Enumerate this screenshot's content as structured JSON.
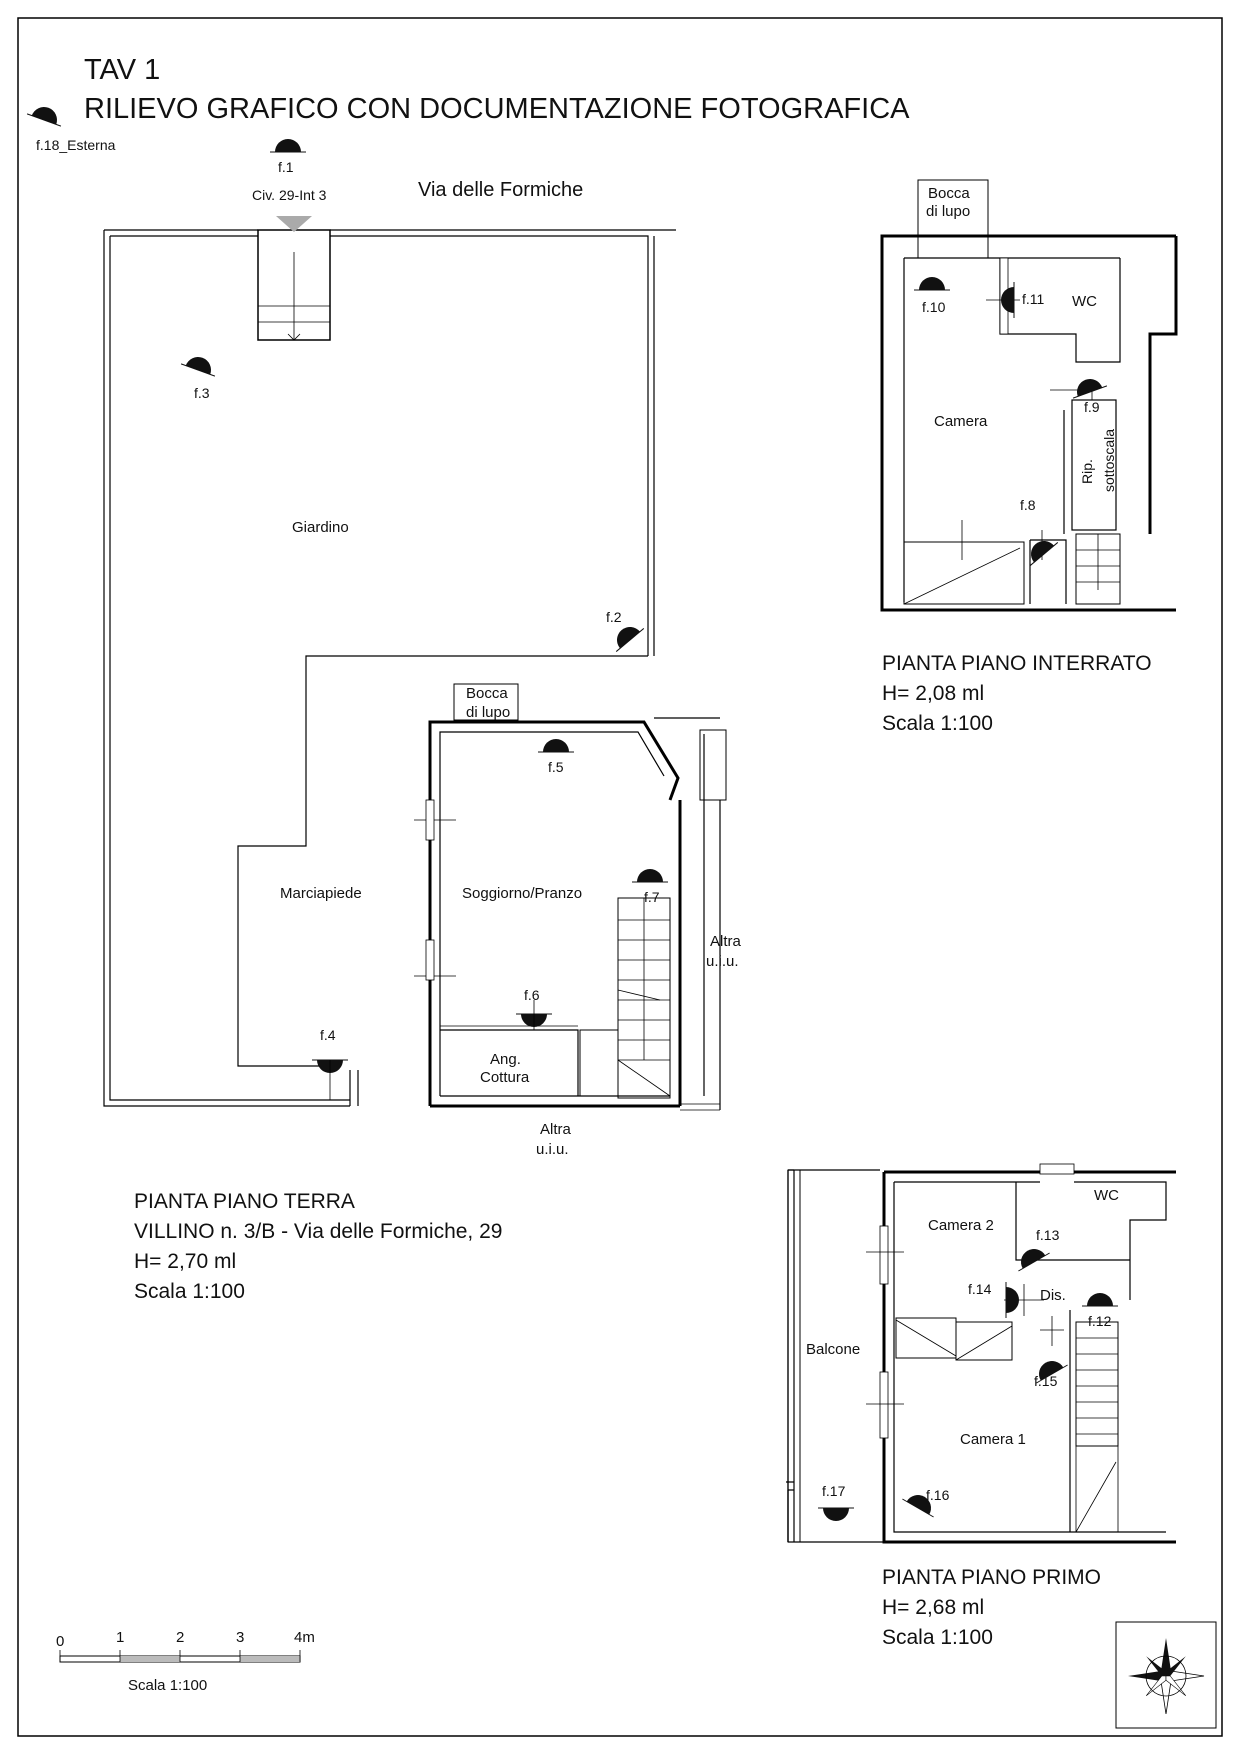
{
  "sheet": {
    "tav": "TAV 1",
    "title": "RILIEVO GRAFICO CON DOCUMENTAZIONE FOTOGRAFICA",
    "street": "Via delle Formiche",
    "entrance": "Civ. 29-Int 3"
  },
  "ground_floor": {
    "heading": [
      "PIANTA PIANO TERRA",
      "VILLINO n. 3/B - Via delle Formiche, 29",
      "H= 2,70 ml",
      "Scala 1:100"
    ],
    "rooms": {
      "giardino": "Giardino",
      "marciapiede": "Marciapiede",
      "soggiorno": "Soggiorno/Pranzo",
      "ang_cottura": [
        "Ang.",
        "Cottura"
      ],
      "bocca_lupo": [
        "Bocca",
        "di lupo"
      ],
      "altra_right": [
        "Altra",
        "u.i.u."
      ],
      "altra_bottom": [
        "Altra",
        "u.i.u."
      ]
    }
  },
  "basement": {
    "heading": [
      "PIANTA PIANO INTERRATO",
      "H= 2,08 ml",
      "Scala 1:100"
    ],
    "rooms": {
      "bocca_lupo": [
        "Bocca",
        "di lupo"
      ],
      "wc": "WC",
      "camera": "Camera",
      "rip": [
        "Rip.",
        "sottoscala"
      ]
    }
  },
  "first_floor": {
    "heading": [
      "PIANTA PIANO PRIMO",
      "H= 2,68 ml",
      "Scala 1:100"
    ],
    "rooms": {
      "camera2": "Camera 2",
      "wc": "WC",
      "dis": "Dis.",
      "balcone": "Balcone",
      "camera1": "Camera 1"
    }
  },
  "photo_points": {
    "f1": "f.1",
    "f2": "f.2",
    "f3": "f.3",
    "f4": "f.4",
    "f5": "f.5",
    "f6": "f.6",
    "f7": "f.7",
    "f8": "f.8",
    "f9": "f.9",
    "f10": "f.10",
    "f11": "f.11",
    "f12": "f.12",
    "f13": "f.13",
    "f14": "f.14",
    "f15": "f.15",
    "f16": "f.16",
    "f17": "f.17",
    "f18": "f.18_Esterna"
  },
  "scale_bar": {
    "ticks": [
      "0",
      "1",
      "2",
      "3",
      "4m"
    ],
    "label": "Scala 1:100"
  },
  "compass": {
    "icon": "compass-rose-icon"
  }
}
